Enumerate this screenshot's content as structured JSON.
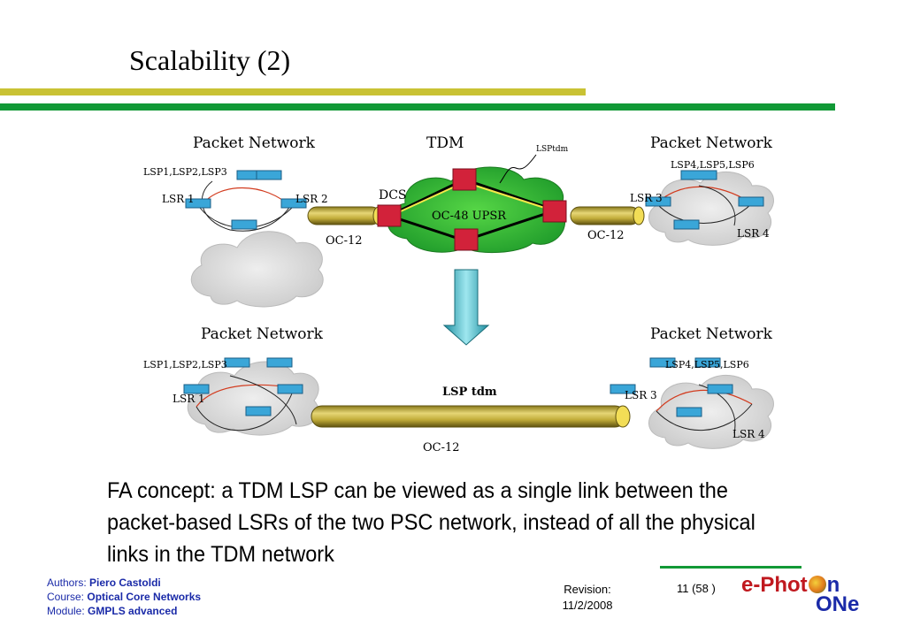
{
  "slide": {
    "title": "Scalability (2)",
    "caption": "FA concept: a TDM LSP can be viewed as a single link between the packet-based LSRs of the two PSC network, instead of all the physical links in the TDM network"
  },
  "diagram": {
    "top": {
      "left_net_label": "Packet Network",
      "tdm_label": "TDM",
      "right_net_label": "Packet Network",
      "lsp_left": "LSP1,LSP2,LSP3",
      "lsp_right": "LSP4,LSP5,LSP6",
      "lsr1": "LSR 1",
      "lsr2": "LSR 2",
      "lsr3": "LSR 3",
      "lsr4": "LSR 4",
      "dcs": "DCS",
      "ring": "OC-48 UPSR",
      "lsptdm": "LSPtdm",
      "oc12_left": "OC-12",
      "oc12_right": "OC-12"
    },
    "bottom": {
      "left_net_label": "Packet Network",
      "right_net_label": "Packet Network",
      "lsp_left": "LSP1,LSP2,LSP3",
      "lsp_right": "LSP4,LSP5,LSP6",
      "lsr1": "LSR 1",
      "lsr3": "LSR 3",
      "lsr4": "LSR 4",
      "lsp_tdm": "LSP tdm",
      "oc12": "OC-12"
    }
  },
  "footer": {
    "authors_label": "Authors:",
    "authors": "Piero Castoldi",
    "course_label": "Course:",
    "course": "Optical Core Networks",
    "module_label": "Module:",
    "module": "GMPLS advanced",
    "revision_label": "Revision:",
    "revision_date": "11/2/2008",
    "page": "11 (58 )",
    "logo_line1": "e-Phot",
    "logo_line1_n": "n",
    "logo_line2": "ONe"
  }
}
